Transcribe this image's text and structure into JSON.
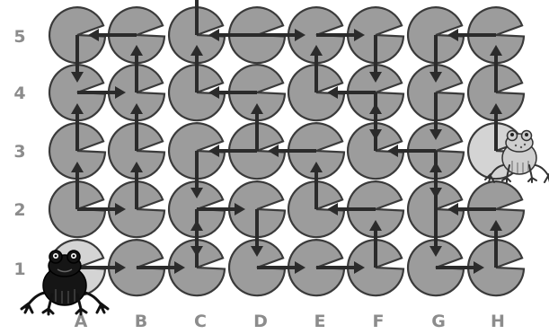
{
  "columns": [
    "A",
    "B",
    "C",
    "D",
    "E",
    "F",
    "G",
    "H"
  ],
  "rows": [
    "1",
    "2",
    "3",
    "4",
    "5"
  ],
  "start": {
    "col": "A",
    "row": "1",
    "piece": "black-frog-icon"
  },
  "goal": {
    "col": "H",
    "row": "3",
    "piece": "white-frog-icon"
  },
  "arrows": [
    {
      "from": "A1",
      "dir": "E"
    },
    {
      "from": "B1",
      "dir": "E"
    },
    {
      "from": "C1",
      "dir": "N"
    },
    {
      "from": "D1",
      "dir": "E"
    },
    {
      "from": "E1",
      "dir": "E"
    },
    {
      "from": "F1",
      "dir": "N"
    },
    {
      "from": "G1",
      "dir": "E"
    },
    {
      "from": "H1",
      "dir": "N"
    },
    {
      "from": "A2",
      "dir": "N"
    },
    {
      "from": "A2",
      "dir": "E"
    },
    {
      "from": "B2",
      "dir": "N"
    },
    {
      "from": "C2",
      "dir": "S"
    },
    {
      "from": "C2",
      "dir": "E"
    },
    {
      "from": "D2",
      "dir": "S"
    },
    {
      "from": "E2",
      "dir": "N"
    },
    {
      "from": "F2",
      "dir": "W"
    },
    {
      "from": "G2",
      "dir": "N"
    },
    {
      "from": "H2",
      "dir": "W"
    },
    {
      "from": "A3",
      "dir": "N"
    },
    {
      "from": "B3",
      "dir": "N"
    },
    {
      "from": "C3",
      "dir": "S"
    },
    {
      "from": "D3",
      "dir": "W"
    },
    {
      "from": "D3",
      "dir": "N"
    },
    {
      "from": "E3",
      "dir": "W"
    },
    {
      "from": "F3",
      "dir": "N"
    },
    {
      "from": "G3",
      "dir": "W"
    },
    {
      "from": "G3",
      "dir": "S"
    },
    {
      "from": "H3",
      "dir": "N"
    },
    {
      "from": "A4",
      "dir": "E"
    },
    {
      "from": "B4",
      "dir": "N"
    },
    {
      "from": "C4",
      "dir": "N"
    },
    {
      "from": "D4",
      "dir": "W"
    },
    {
      "from": "E4",
      "dir": "N"
    },
    {
      "from": "F4",
      "dir": "W"
    },
    {
      "from": "G4",
      "dir": "S"
    },
    {
      "from": "H4",
      "dir": "N"
    },
    {
      "from": "A5",
      "dir": "S"
    },
    {
      "from": "B5",
      "dir": "W"
    },
    {
      "from": "C5",
      "dir": "N"
    },
    {
      "from": "D5",
      "dir": "W"
    },
    {
      "from": "D5",
      "dir": "E"
    },
    {
      "from": "E5",
      "dir": "E"
    },
    {
      "from": "F5",
      "dir": "S"
    },
    {
      "from": "G5",
      "dir": "S"
    },
    {
      "from": "H5",
      "dir": "W"
    },
    {
      "from": "G2",
      "dir": "S"
    },
    {
      "from": "F4",
      "dir": "S"
    }
  ],
  "colors": {
    "pad": "#9c9c9c",
    "pad_lit": "#d4d4d4",
    "arrow": "#2b2b2b",
    "label": "#8c8c8c"
  }
}
